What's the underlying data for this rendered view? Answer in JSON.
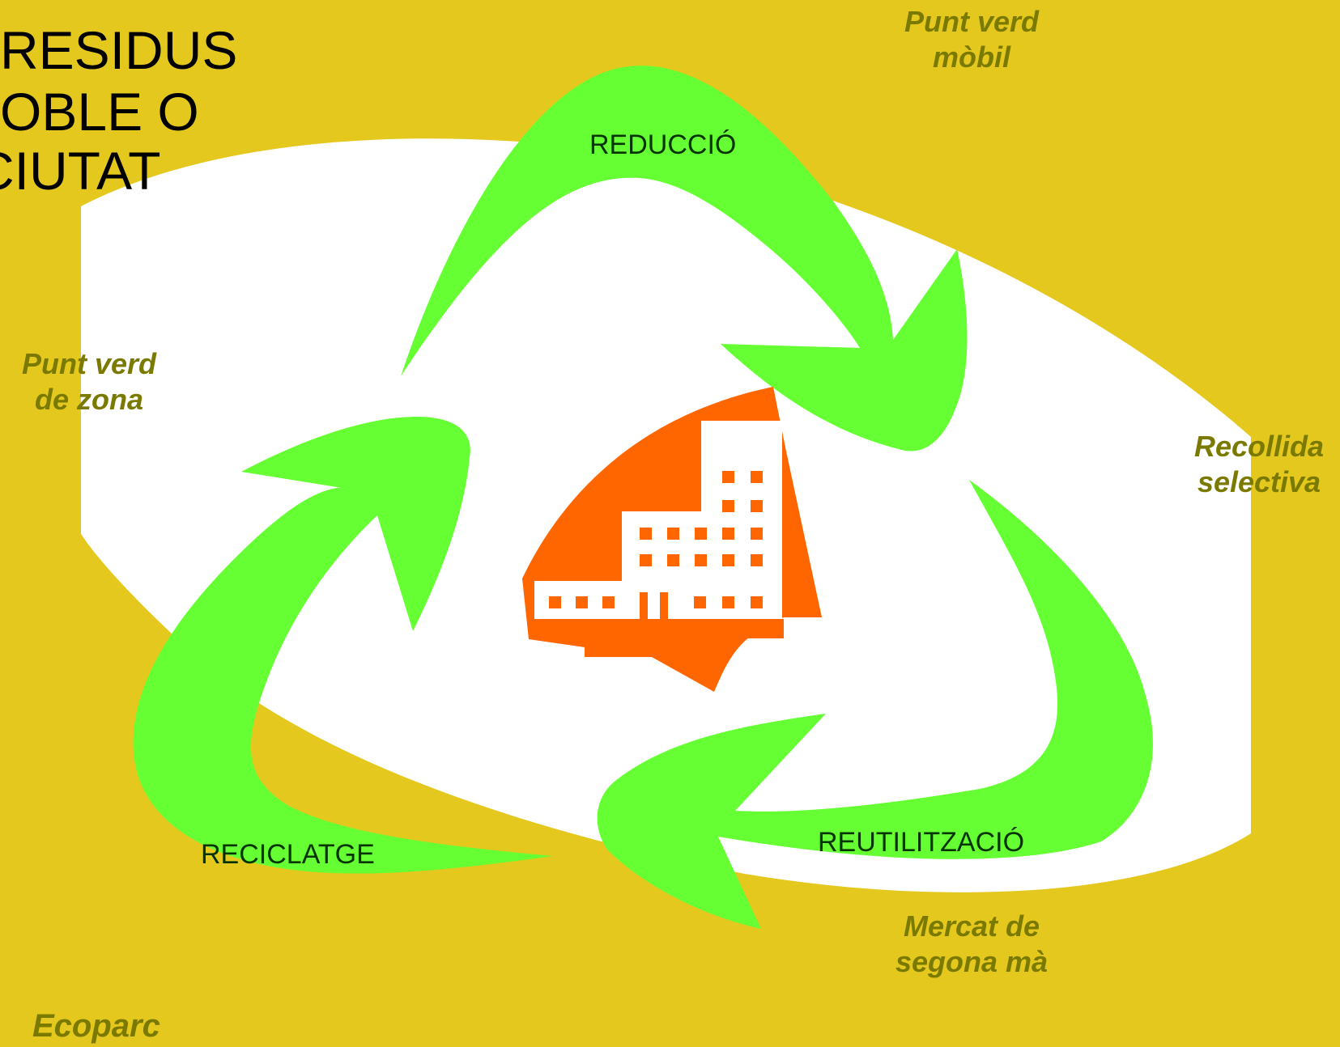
{
  "colors": {
    "background": "#E5C81E",
    "ellipse": "#FFFFFF",
    "arrow": "#66FF33",
    "building": "#FF6600",
    "stage_text": "#003300",
    "place_text": "#7A7A00",
    "title_text": "#000000"
  },
  "title": {
    "line1": "RESIDUS",
    "line2": "OBLE O",
    "line3": "CIUTAT"
  },
  "stages": {
    "reduction": "REDUCCIÓ",
    "reuse": "REUTILITZACIÓ",
    "recycling": "RECICLATGE"
  },
  "places": {
    "mobile_point": {
      "line1": "Punt verd",
      "line2": "mòbil"
    },
    "zone_point": {
      "line1": "Punt verd",
      "line2": "de zona"
    },
    "selective": {
      "line1": "Recollida",
      "line2": "selectiva"
    },
    "second_hand": {
      "line1": "Mercat de",
      "line2": "segona mà"
    },
    "ecopark": {
      "line1": "Ecoparc"
    }
  },
  "icons": {
    "cycle": "recycle-arrows-icon",
    "center": "building-icon"
  }
}
